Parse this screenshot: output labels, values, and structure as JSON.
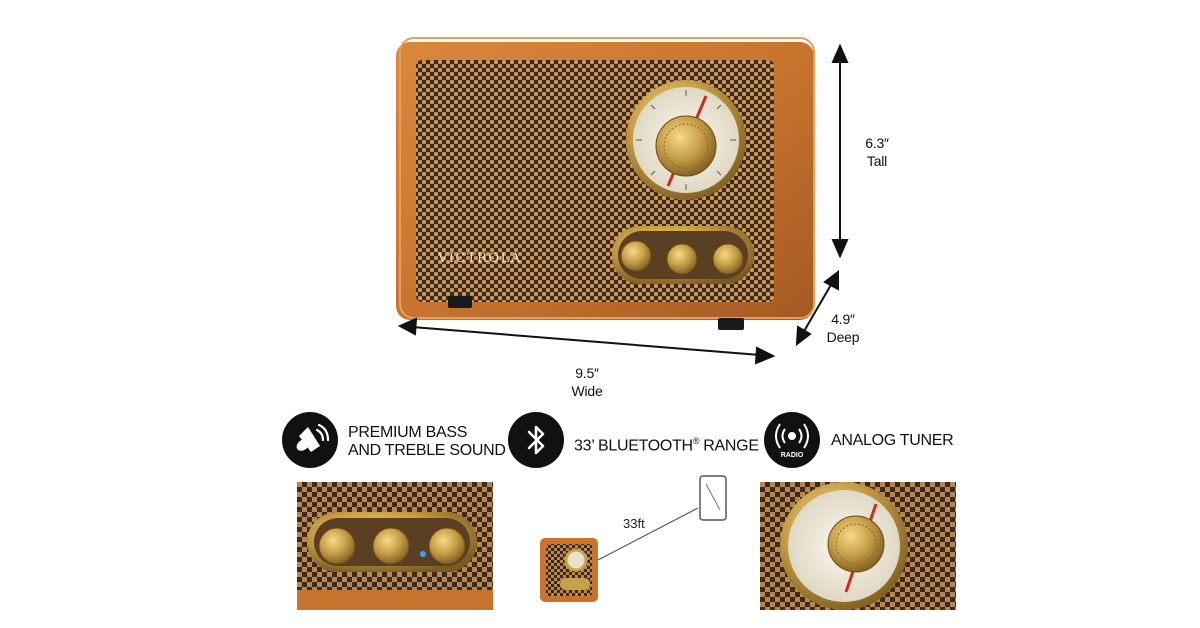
{
  "product": {
    "brand": "VICTROLA",
    "colors": {
      "wood": "#c8742f",
      "wood_dark": "#a45a22",
      "grille": "#3b2a1f",
      "brass": "#c9a04a",
      "dial_face": "#f3efe2",
      "needle": "#d42a1e"
    }
  },
  "dimensions": {
    "height_value": "6.3″",
    "height_label": "Tall",
    "depth_value": "4.9″",
    "depth_label": "Deep",
    "width_value": "9.5″",
    "width_label": "Wide"
  },
  "features": [
    {
      "line1": "PREMIUM BASS",
      "line2": "AND TREBLE SOUND",
      "icon": "speaker-sound-icon"
    },
    {
      "text": "33’ BLUETOOTH",
      "sup": "®",
      "text_after": " RANGE",
      "icon": "bluetooth-icon",
      "range_label": "33ft"
    },
    {
      "text": "ANALOG TUNER",
      "icon": "radio-icon",
      "icon_text": "RADIO"
    }
  ]
}
